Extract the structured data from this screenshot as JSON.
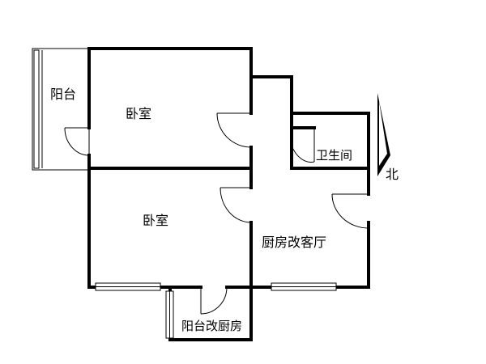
{
  "rooms": {
    "balcony": "阳台",
    "bedroom_top": "卧室",
    "bathroom": "卫生间",
    "bedroom_bottom": "卧室",
    "living": "厨房改客厅",
    "balcony_kitchen": "阳台改厨房"
  },
  "compass": {
    "north_label": "北"
  }
}
